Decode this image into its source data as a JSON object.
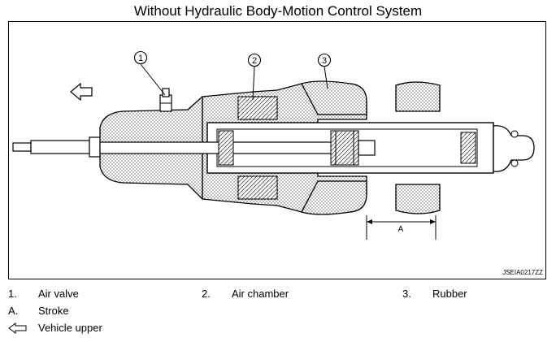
{
  "title": "Without Hydraulic Body-Motion Control System",
  "figure_code": "JSEIA0217ZZ",
  "callouts": [
    "1",
    "2",
    "3"
  ],
  "dimension_label": "A",
  "legend": [
    {
      "key": "1.",
      "text": "Air valve"
    },
    {
      "key": "2.",
      "text": "Air chamber"
    },
    {
      "key": "3.",
      "text": "Rubber"
    },
    {
      "key": "A.",
      "text": "Stroke"
    },
    {
      "key": "arrow-icon",
      "text": "Vehicle upper"
    }
  ]
}
